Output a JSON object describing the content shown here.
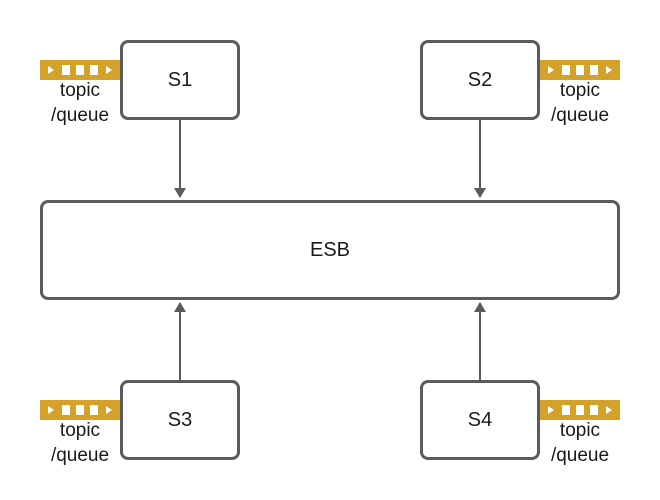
{
  "nodes": {
    "s1": {
      "label": "S1"
    },
    "s2": {
      "label": "S2"
    },
    "s3": {
      "label": "S3"
    },
    "s4": {
      "label": "S4"
    },
    "esb": {
      "label": "ESB"
    }
  },
  "queue": {
    "line1": "topic",
    "line2": "/queue"
  },
  "edges": [
    {
      "from": "S1",
      "to": "ESB"
    },
    {
      "from": "S2",
      "to": "ESB"
    },
    {
      "from": "S3",
      "to": "ESB"
    },
    {
      "from": "S4",
      "to": "ESB"
    }
  ],
  "colors": {
    "border": "#5b5b5b",
    "queue_icon": "#d4a229",
    "arrow": "#5b5b5b"
  },
  "icons": {
    "queue": "message-queue-icon"
  }
}
